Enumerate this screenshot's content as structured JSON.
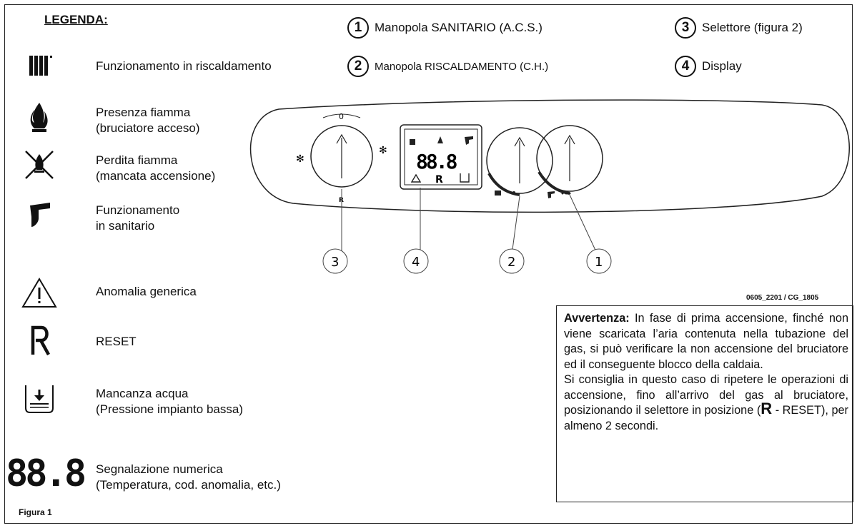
{
  "legend": {
    "title": "LEGENDA:",
    "items": [
      {
        "icon": "radiator-icon",
        "line1": "Funzionamento in riscaldamento",
        "line2": ""
      },
      {
        "icon": "flame-icon",
        "line1": "Presenza fiamma",
        "line2": "(bruciatore acceso)"
      },
      {
        "icon": "flame-loss-icon",
        "line1": "Perdita fiamma",
        "line2": "(mancata accensione)"
      },
      {
        "icon": "tap-icon",
        "line1": "Funzionamento",
        "line2": "in sanitario"
      },
      {
        "icon": "warning-icon",
        "line1": "Anomalia generica",
        "line2": ""
      },
      {
        "icon": "reset-r-icon",
        "line1": "RESET",
        "line2": ""
      },
      {
        "icon": "low-water-icon",
        "line1": "Mancanza acqua",
        "line2": "(Pressione impianto bassa)"
      },
      {
        "icon": "digits-icon",
        "line1": "Segnalazione numerica",
        "line2": "(Temperatura, cod. anomalia, etc.)"
      }
    ],
    "digits_glyph": "88.8"
  },
  "keys": [
    {
      "num": "1",
      "label": "Manopola SANITARIO (A.C.S.)"
    },
    {
      "num": "2",
      "label": "Manopola RISCALDAMENTO (C.H.)"
    },
    {
      "num": "3",
      "label": "Selettore (figura 2)"
    },
    {
      "num": "4",
      "label": "Display"
    }
  ],
  "panel": {
    "display_digits": "88.8",
    "selector_top": "0",
    "selector_bottom": "R",
    "display_r": "R",
    "callouts": [
      "3",
      "4",
      "2",
      "1"
    ]
  },
  "code": "0605_2201 / CG_1805",
  "figure_label": "Figura 1",
  "warning": {
    "bold": "Avvertenza:",
    "text1": " In fase di prima accensione, finché non viene scaricata l’aria contenuta nella tubazione del gas, si può verificare la non accensione del bruciatore ed il conseguente blocco della caldaia.",
    "text2": "Si consiglia in questo caso di ripetere le operazioni di accensione, fino all’arrivo del gas al bruciatore, posizionando il selettore in posizione (",
    "r": "R",
    "text3": " - RESET), per almeno 2 secondi."
  }
}
